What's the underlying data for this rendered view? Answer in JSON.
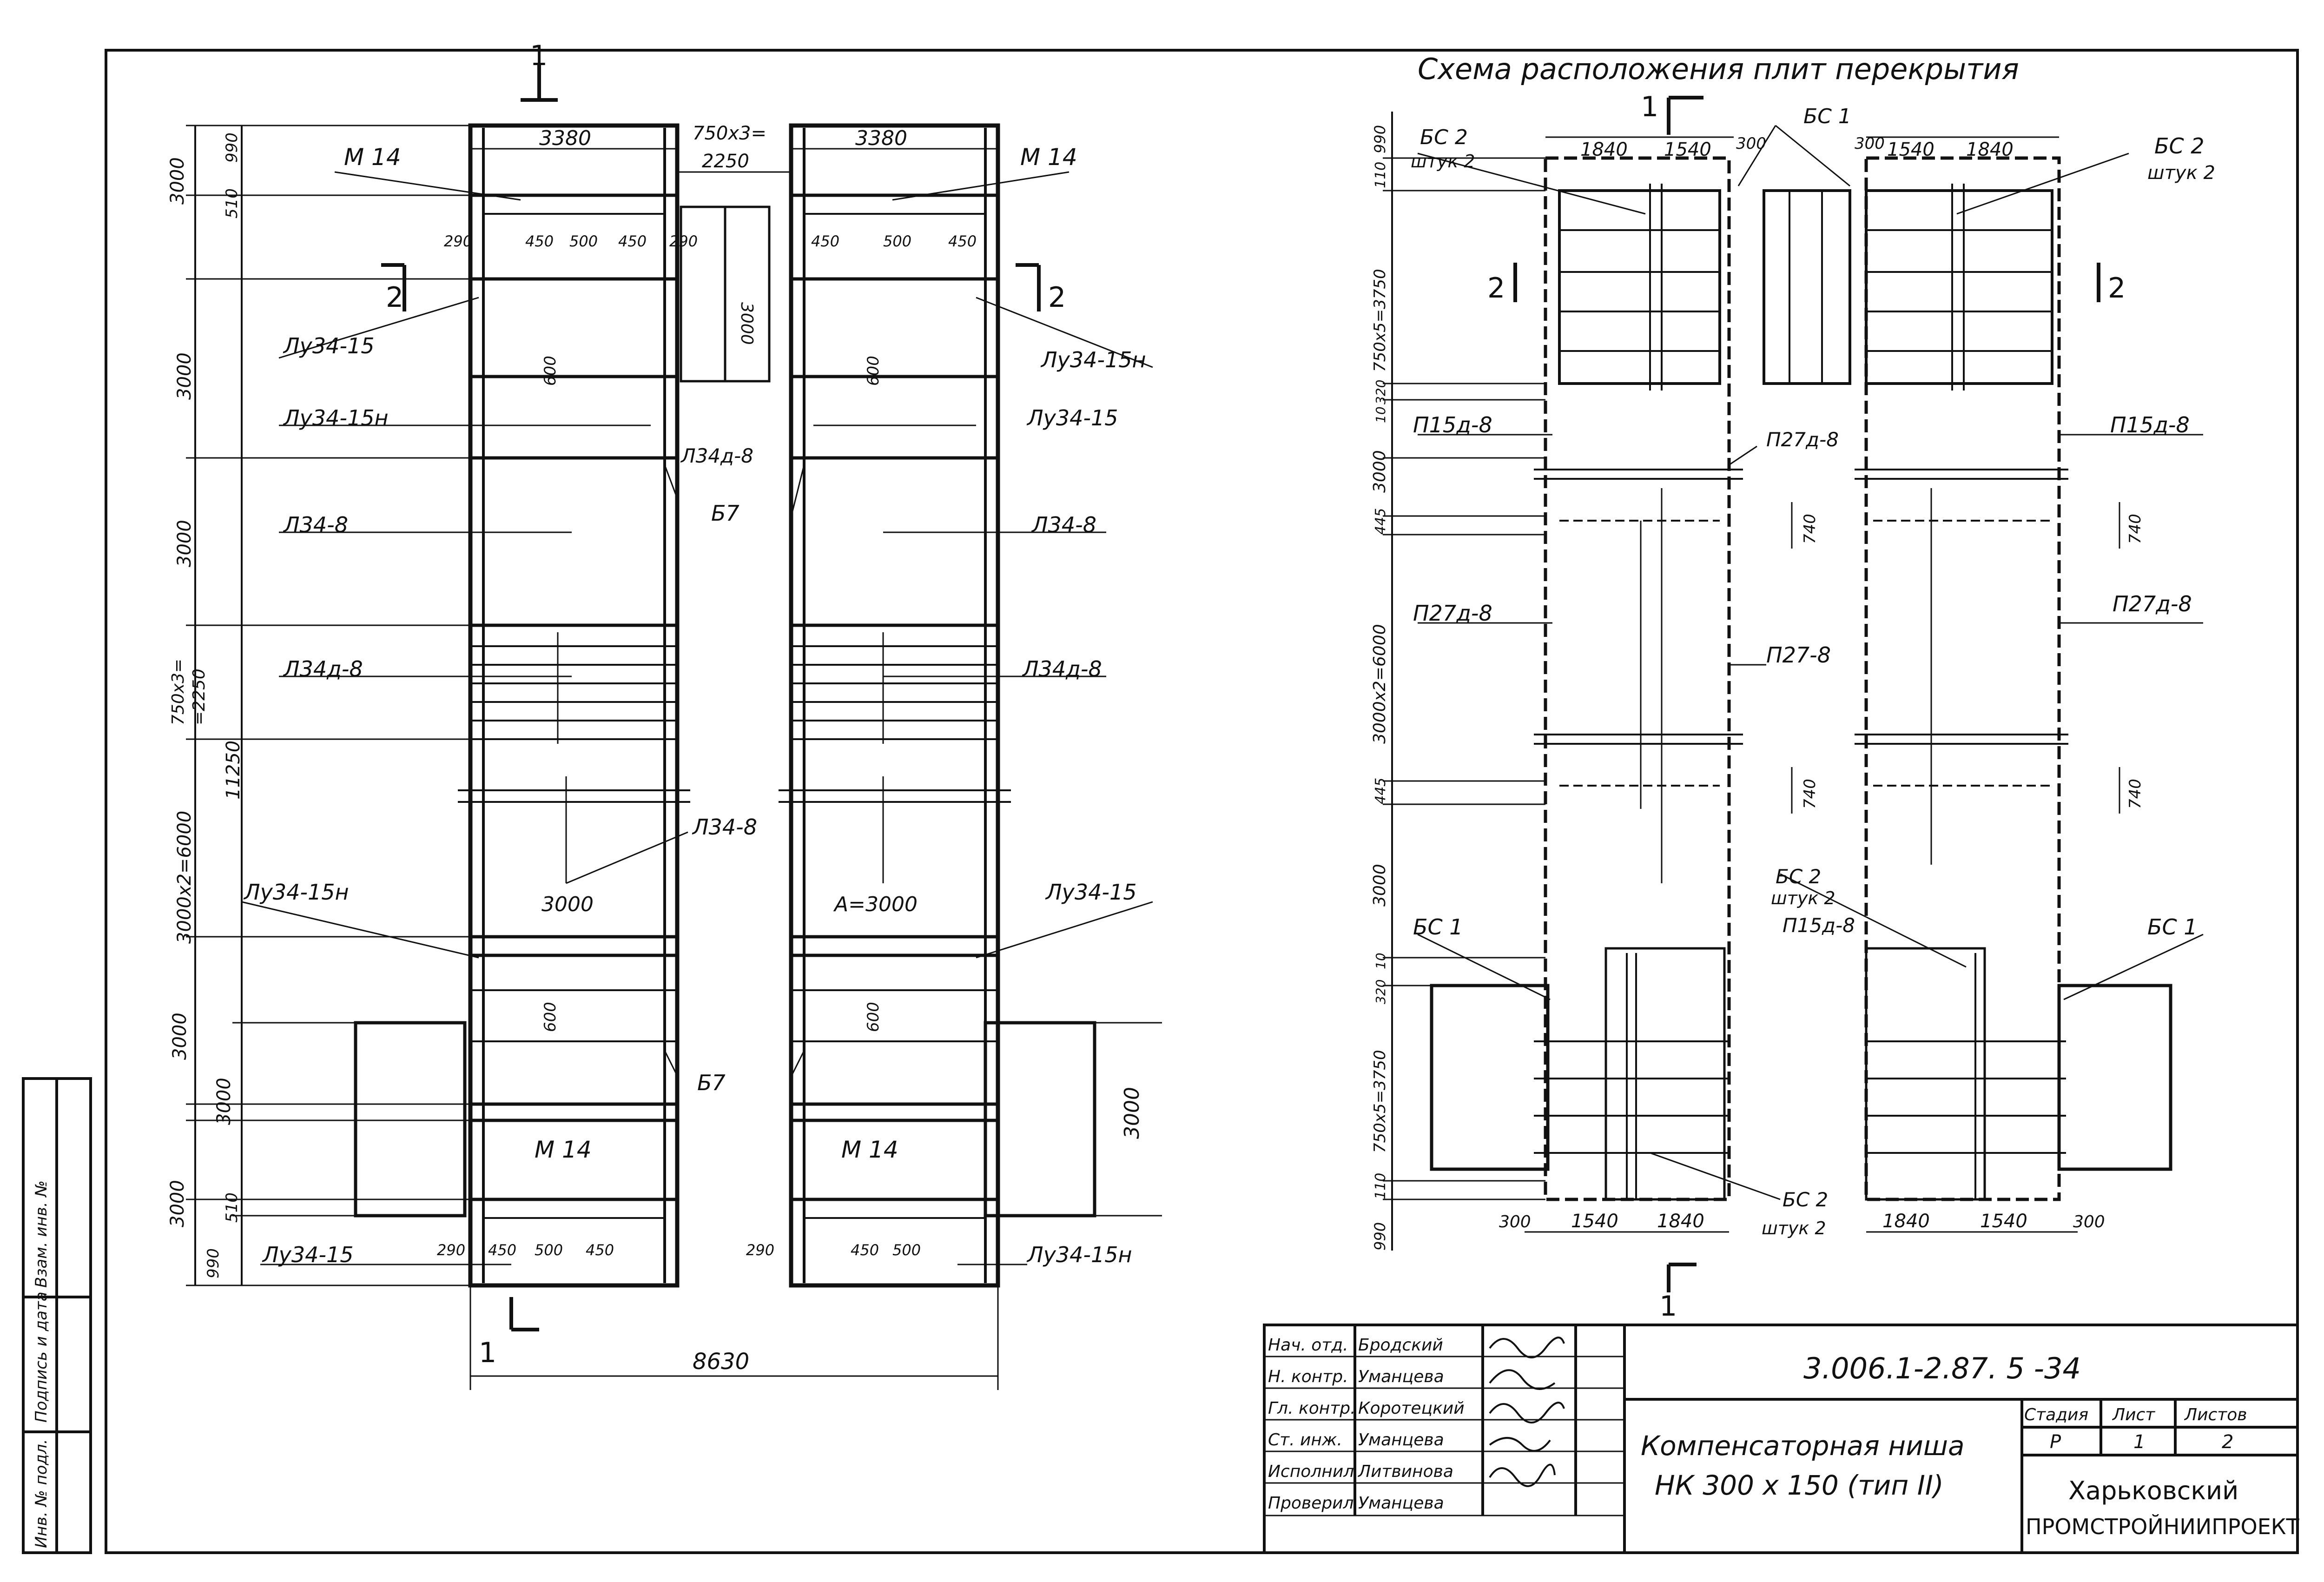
{
  "plan": {
    "title": "Схема расположения плит перекрытия",
    "section_marks": {
      "one": "1",
      "two": "2"
    },
    "left": {
      "top_widths": [
        "3380",
        "3380"
      ],
      "center_top": [
        "750x3=",
        "2250"
      ],
      "center_slab": "3000",
      "top_divisions": [
        "290",
        "450",
        "500",
        "450",
        "290",
        "450",
        "500",
        "450"
      ],
      "bottom_divisions": [
        "290",
        "450",
        "500",
        "450",
        "290",
        "450",
        "500"
      ],
      "dim_left": [
        "3000",
        "990",
        "510",
        "3000",
        "3000",
        "750x3=",
        "=2250",
        "3000x2=6000",
        "11250",
        "3000",
        "3000",
        "3000",
        "510",
        "990"
      ],
      "labels": {
        "m14": "М 14",
        "lu3415": "Лу34-15",
        "lu3415n": "Лу34-15н",
        "l34d8": "Л34д-8",
        "l348": "Л34-8",
        "b7": "Б7",
        "a3000": "А=3000",
        "n600": "600",
        "n3000": "3000"
      },
      "total_width": "8630"
    },
    "right": {
      "top_dims": [
        "1840",
        "1540",
        "300",
        "300",
        "1540",
        "1840"
      ],
      "bottom_dims": [
        "300",
        "1540",
        "1840",
        "1840",
        "1540",
        "300"
      ],
      "dim_left": [
        "990",
        "110",
        "750x5=3750",
        "320",
        "10",
        "3000",
        "445",
        "3000x2=6000",
        "445",
        "3000",
        "10",
        "320",
        "750x5=3750",
        "110",
        "990"
      ],
      "labels": {
        "bs2": "БС 2",
        "bs1": "БС 1",
        "shtuk2": "штук 2",
        "p15d8": "П15д-8",
        "p27d8": "П27д-8",
        "p278": "П27-8",
        "n740": "740"
      }
    }
  },
  "title_block": {
    "code": "3.006.1-2.87. 5 -34",
    "roles": [
      "Нач. отд.",
      "Н. контр.",
      "Гл. контр.",
      "Ст. инж.",
      "Исполнил",
      "Проверил"
    ],
    "names": [
      "Бродский",
      "Уманцева",
      "Коротецкий",
      "Уманцева",
      "Литвинова",
      "Уманцева"
    ],
    "title_line1": "Компенсаторная ниша",
    "title_line2": "НК 300 х 150 (тип II)",
    "stage_label": "Стадия",
    "sheet_label": "Лист",
    "sheets_label": "Листов",
    "stage": "Р",
    "sheet": "1",
    "sheets": "2",
    "org_line1": "Харьковский",
    "org_line2": "ПРОМСТРОЙНИИПРОЕКТ"
  },
  "side_stamp": {
    "labels": [
      "Инв. № подл.",
      "Подпись и дата",
      "Взам. инв. №"
    ]
  }
}
